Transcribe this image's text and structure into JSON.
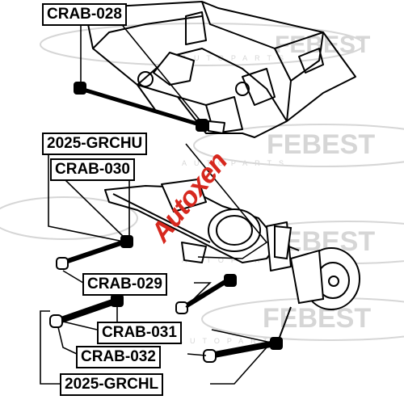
{
  "watermark": {
    "brand": "FEBEST",
    "tagline": "AUTOPARTS"
  },
  "stamp": {
    "text": "Autoxen",
    "color": "#d7281e"
  },
  "callouts": {
    "crab_028": "CRAB-028",
    "grchu_2025": "2025-GRCHU",
    "crab_030": "CRAB-030",
    "crab_029": "CRAB-029",
    "crab_031": "CRAB-031",
    "crab_032": "CRAB-032",
    "grchl_2025": "2025-GRCHL"
  },
  "colors": {
    "line": "#000000",
    "watermark": "#d6d6d6"
  }
}
